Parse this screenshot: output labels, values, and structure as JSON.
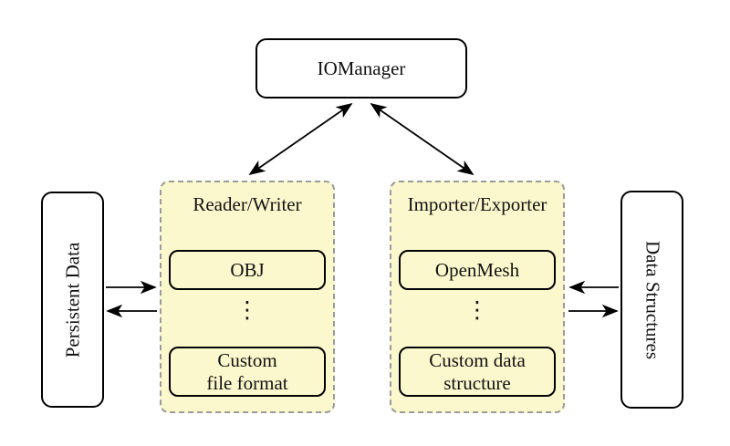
{
  "diagram": {
    "iomanager": {
      "label": "IOManager"
    },
    "persistent_data": {
      "label": "Persistent Data"
    },
    "data_structures": {
      "label": "Data Structures"
    },
    "reader_writer": {
      "title": "Reader/Writer",
      "top_item": "OBJ",
      "dots": "⋮",
      "bottom_item": "Custom\nfile format"
    },
    "importer_exporter": {
      "title": "Importer/Exporter",
      "top_item": "OpenMesh",
      "dots": "⋮",
      "bottom_item": "Custom data\nstructure"
    },
    "arrows": [
      {
        "from": "IOManager",
        "to": "Reader/Writer",
        "bidirectional": true
      },
      {
        "from": "IOManager",
        "to": "Importer/Exporter",
        "bidirectional": true
      },
      {
        "from": "Persistent Data",
        "to": "Reader/Writer",
        "bidirectional": false
      },
      {
        "from": "Reader/Writer",
        "to": "Persistent Data",
        "bidirectional": false
      },
      {
        "from": "Data Structures",
        "to": "Importer/Exporter",
        "bidirectional": false
      },
      {
        "from": "Importer/Exporter",
        "to": "Data Structures",
        "bidirectional": false
      }
    ],
    "colors": {
      "container_fill": "#FCF8CD",
      "container_border": "#9A9A9A",
      "node_fill": "#FFFFFF",
      "stroke": "#000000"
    }
  }
}
